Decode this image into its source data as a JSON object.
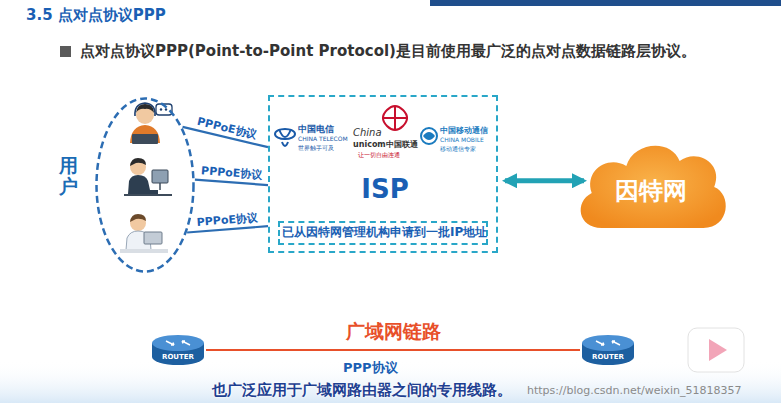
{
  "diagram": {
    "title": "3.5 点对点协议PPP",
    "nodes": [
      {
        "text": [
          "用户"
        ]
      },
      {
        "text": [
          "ISP",
          "已从因特网管理机构申请到一批IP地址"
        ]
      },
      {
        "text": [
          "因特网"
        ]
      },
      {
        "text": [
          "ROUTER"
        ]
      },
      {
        "text": [
          "ROUTER"
        ]
      }
    ],
    "edges": [
      {
        "from": 0,
        "to": 1,
        "arrow": "none",
        "label": "PPPoE协议"
      },
      {
        "from": 0,
        "to": 1,
        "arrow": "none",
        "label": "PPPoE协议"
      },
      {
        "from": 0,
        "to": 1,
        "arrow": "none",
        "label": "PPPoE协议"
      },
      {
        "from": 1,
        "to": 2,
        "arrow": "both"
      },
      {
        "from": 3,
        "to": 4,
        "arrow": "none",
        "label": "广域网链路"
      }
    ],
    "labels": [
      "点对点协议PPP(Point-to-Point Protocol)是目前使用最广泛的点对点数据链路层协议。",
      "中国电信",
      "CHINA TELECOM",
      "世界触手可及",
      "China",
      "unicom中国联通",
      "让一切自由连通",
      "中国移动通信",
      "CHINA MOBILE",
      "移动通信专家",
      "PPP协议",
      "也广泛应用于广域网路由器之间的专用线路。",
      "https://blog.csdn.net/weixin_51818357"
    ]
  }
}
